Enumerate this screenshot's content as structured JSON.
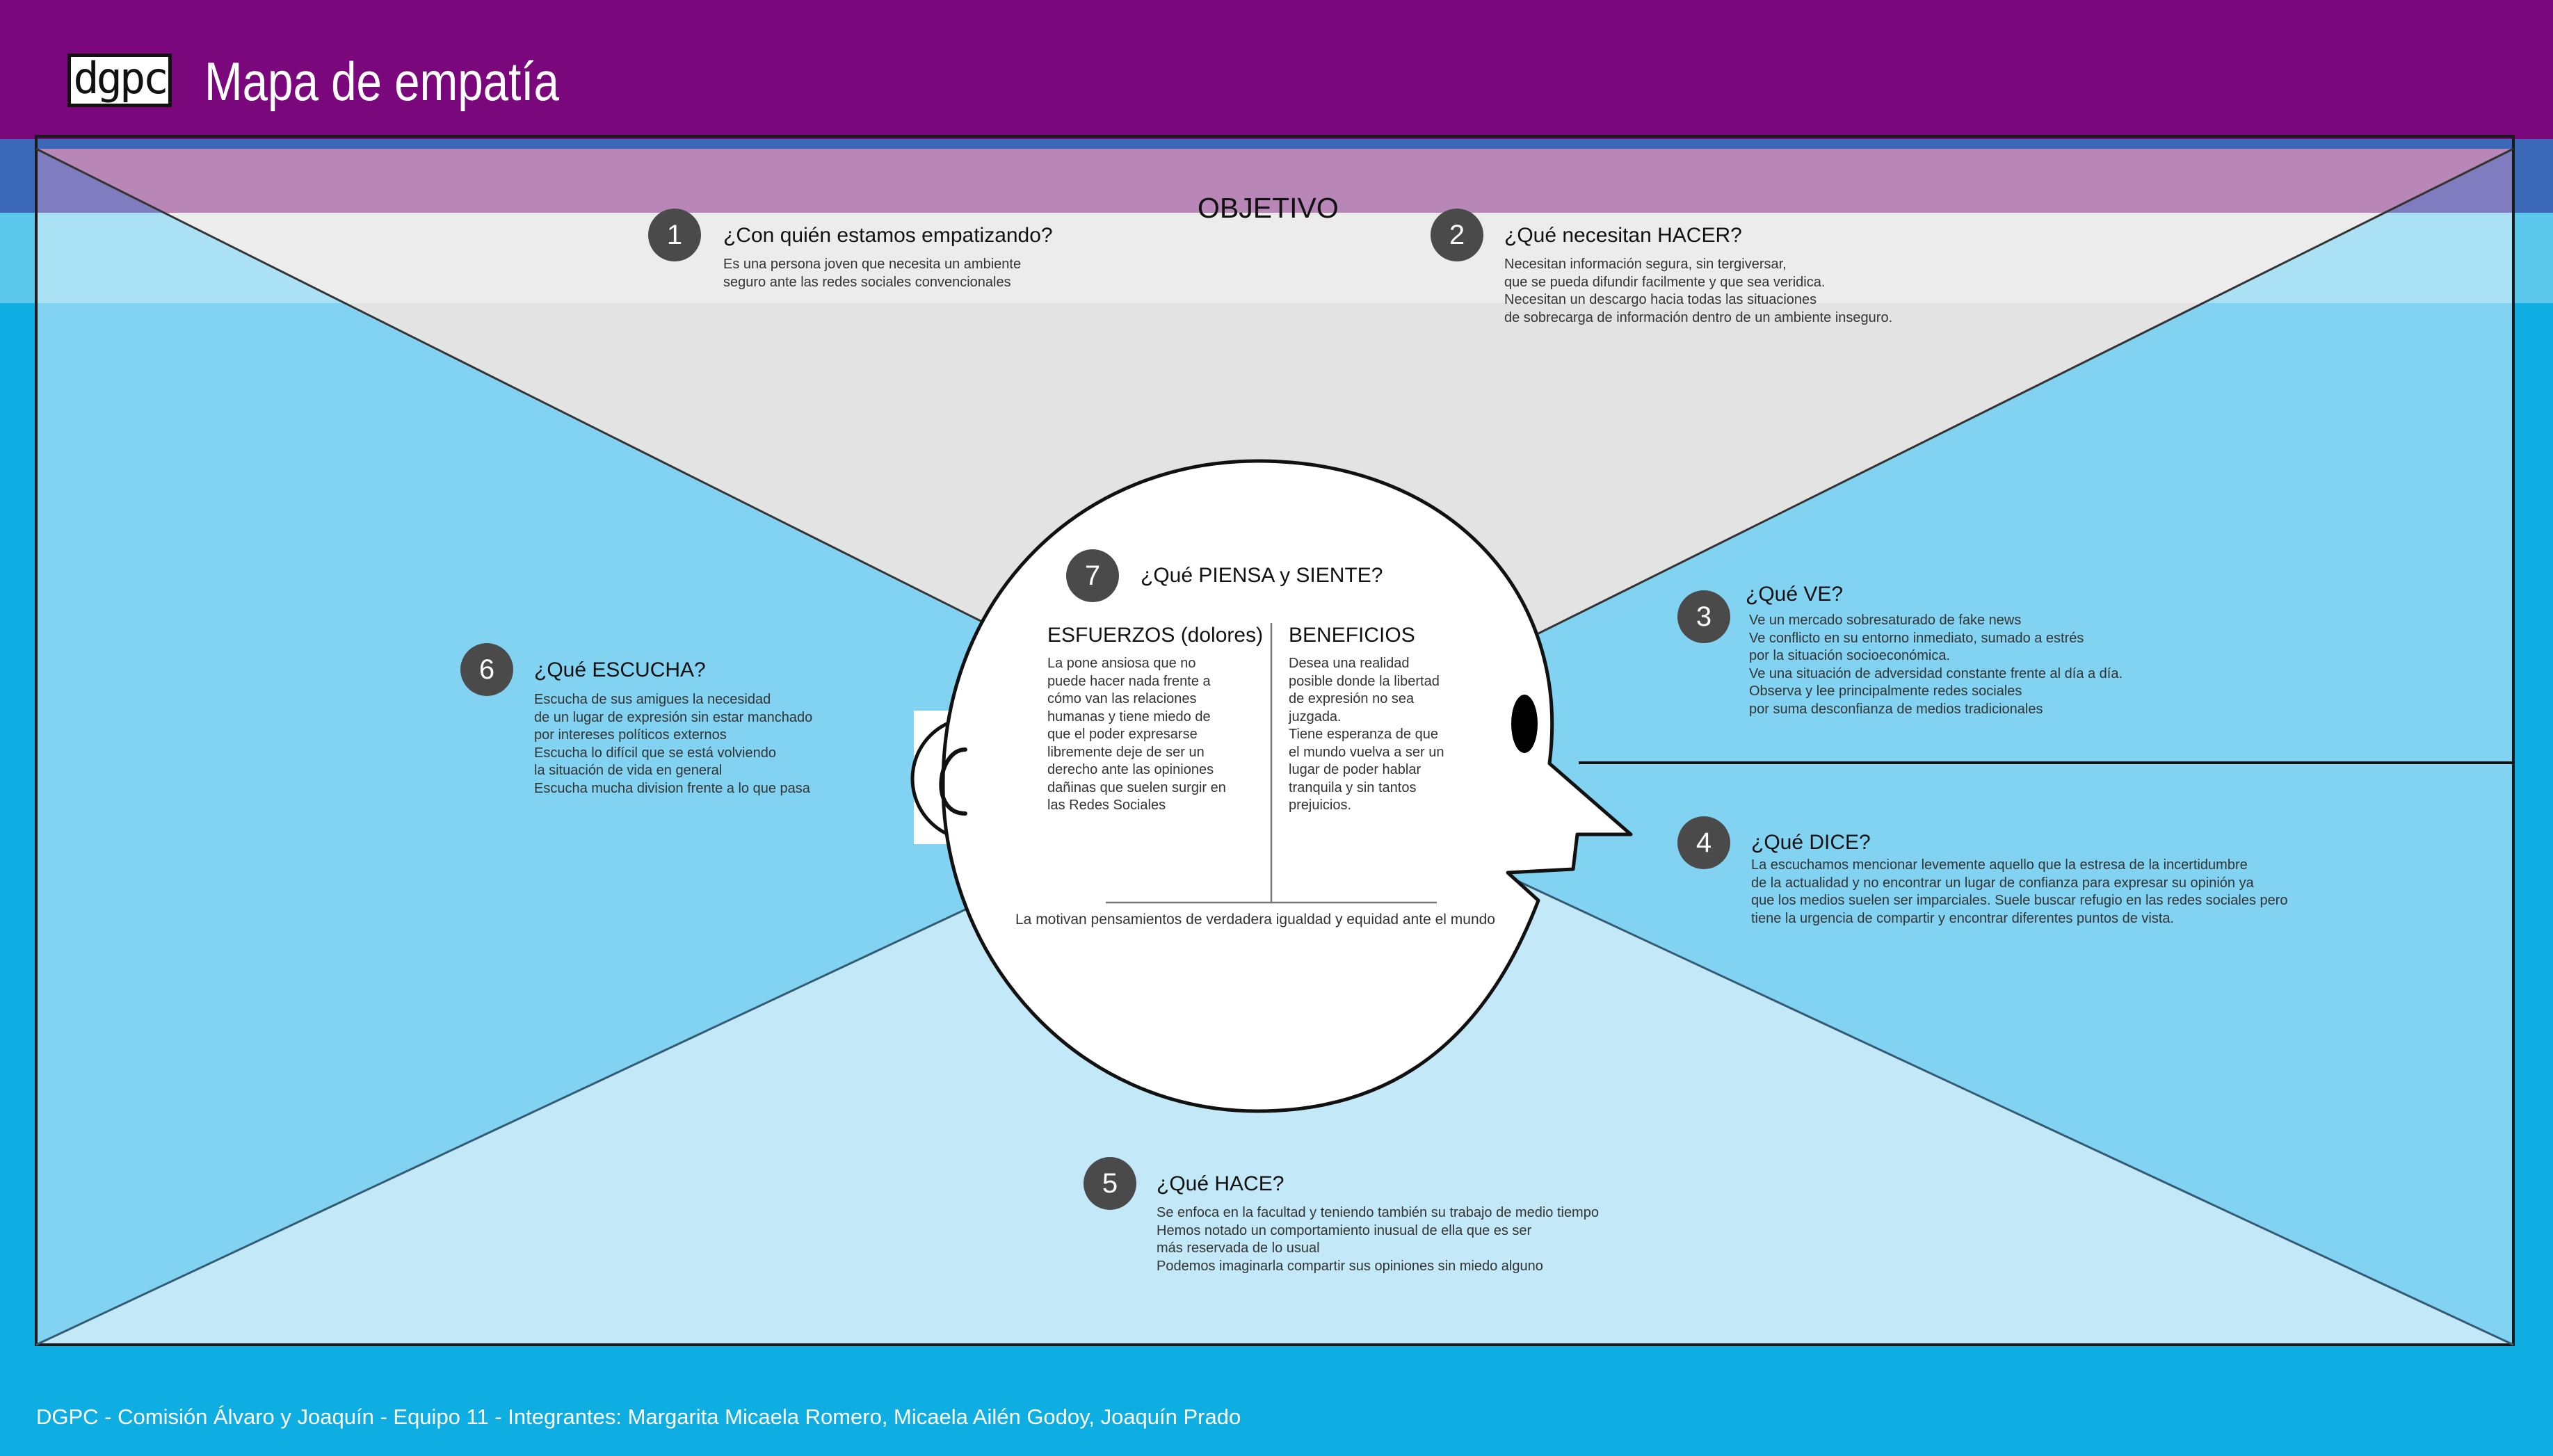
{
  "header": {
    "logo_text": "dgpc",
    "title": "Mapa de empatía"
  },
  "objective": {
    "label": "OBJETIVO"
  },
  "sections": {
    "s1": {
      "number": "1",
      "title": "¿Con quién estamos empatizando?",
      "text": "Es una persona joven que necesita un ambiente\nseguro ante las redes sociales convencionales"
    },
    "s2": {
      "number": "2",
      "title": "¿Qué necesitan HACER?",
      "text": "Necesitan información segura, sin tergiversar,\nque se pueda difundir facilmente y que sea veridica.\nNecesitan un descargo hacia todas las situaciones\nde sobrecarga de información dentro de un ambiente inseguro."
    },
    "s3": {
      "number": "3",
      "title": "¿Qué VE?",
      "text": "Ve un mercado sobresaturado de fake news\nVe conflicto en su entorno inmediato, sumado a estrés\npor la situación socioeconómica.\nVe una situación de adversidad constante frente al día a día.\nObserva y lee principalmente redes sociales\npor suma desconfianza de medios tradicionales"
    },
    "s4": {
      "number": "4",
      "title": "¿Qué DICE?",
      "text": "La escuchamos mencionar levemente aquello que la estresa de la incertidumbre\nde la actualidad y no encontrar un lugar de confianza para expresar su opinión ya\nque los medios suelen ser imparciales. Suele buscar refugio en las redes sociales pero\ntiene la urgencia de compartir y encontrar diferentes puntos de vista."
    },
    "s5": {
      "number": "5",
      "title": "¿Qué HACE?",
      "text": "Se enfoca en la facultad y teniendo también su trabajo de medio tiempo\nHemos notado un comportamiento inusual de ella que es ser\nmás reservada de lo usual\nPodemos imaginarla compartir sus opiniones sin miedo alguno"
    },
    "s6": {
      "number": "6",
      "title": "¿Qué ESCUCHA?",
      "text": "Escucha de sus amigues la necesidad\nde un lugar de expresión sin estar manchado\npor intereses políticos externos\nEscucha lo difícil que se está volviendo\nla situación de vida en general\nEscucha mucha division frente a lo que pasa"
    },
    "s7": {
      "number": "7",
      "title": "¿Qué PIENSA y SIENTE?",
      "pains_title": "ESFUERZOS (dolores)",
      "pains_text": "La pone ansiosa que no\npuede hacer nada frente a\ncómo van las relaciones\nhumanas y tiene miedo de\nque el poder expresarse\nlibremente deje de ser un\nderecho ante las opiniones\ndañinas que suelen surgir en\nlas Redes Sociales",
      "gains_title": "BENEFICIOS",
      "gains_text": "Desea una realidad\nposible donde la libertad\nde expresión no sea\njuzgada.\nTiene esperanza de que\nel mundo vuelva a ser un\nlugar de poder hablar\ntranquila y sin tantos\nprejuicios.",
      "summary": "La motivan pensamientos de verdadera igualdad y equidad ante el mundo"
    }
  },
  "footer": {
    "text": "DGPC - Comisión Álvaro y Joaquín - Equipo 11 - Integrantes:  Margarita Micaela Romero, Micaela Ailén Godoy, Joaquín Prado"
  },
  "colors": {
    "header_purple": "#7b077d",
    "background_blue": "#0eaee3",
    "top_triangle_gray": "#e3e3e3",
    "side_light_blue": "#82d3f1",
    "bottom_pale_blue": "#c3e9f8",
    "badge_gray": "#4a4a4a"
  }
}
